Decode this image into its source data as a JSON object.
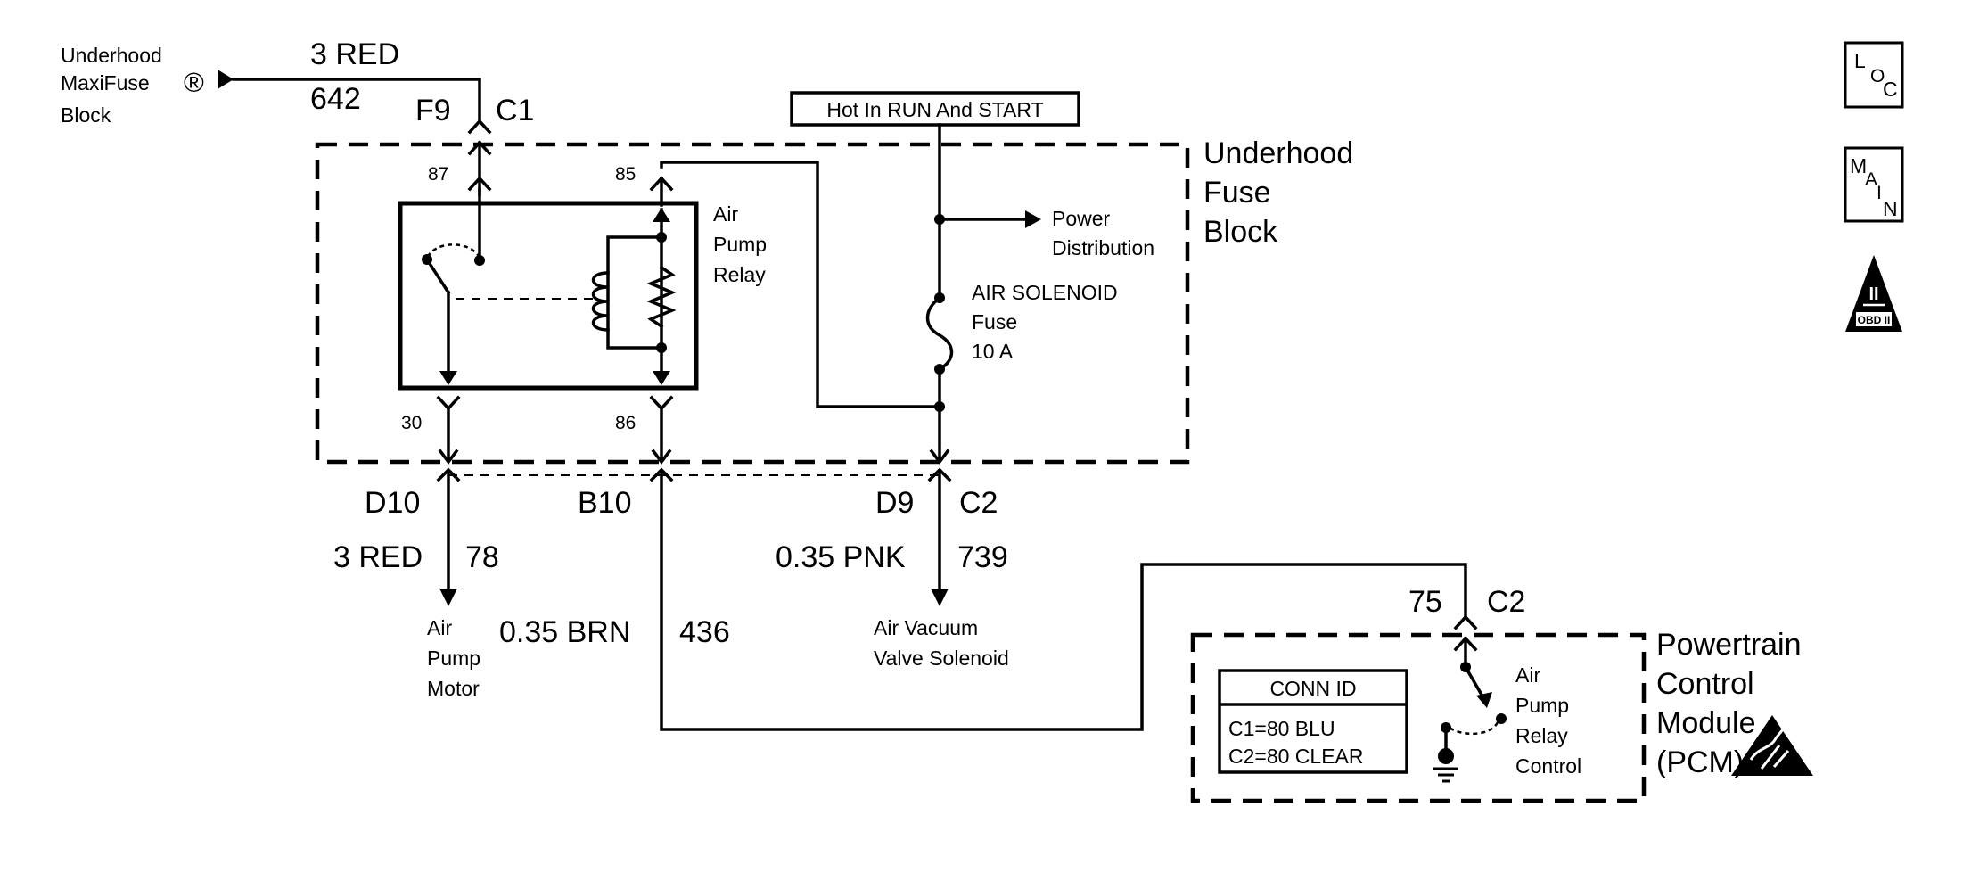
{
  "source": {
    "label_lines": [
      "Underhood",
      "MaxiFuse",
      "Block"
    ],
    "registered_mark": "®",
    "wire_size_color": "3 RED",
    "circuit": "642"
  },
  "fuse_block": {
    "title_lines": [
      "Underhood",
      "Fuse",
      "Block"
    ],
    "cavity_f9": "F9",
    "connector_c1": "C1",
    "hot_label": "Hot In RUN And START",
    "power_distribution_lines": [
      "Power",
      "Distribution"
    ],
    "fuse_lines": [
      "AIR SOLENOID",
      "Fuse",
      "10 A"
    ]
  },
  "relay": {
    "name_lines": [
      "Air",
      "Pump",
      "Relay"
    ],
    "terminals": {
      "t87": "87",
      "t85": "85",
      "t30": "30",
      "t86": "86"
    }
  },
  "connectors": {
    "d10": "D10",
    "b10": "B10",
    "d9": "D9",
    "c2_fuse_block": "C2",
    "pcm_pin": "75",
    "c2_pcm": "C2"
  },
  "wires": {
    "motor_size_color": "3 RED",
    "motor_circuit": "78",
    "control_size_color": "0.35 BRN",
    "control_circuit": "436",
    "solenoid_size_color": "0.35 PNK",
    "solenoid_circuit": "739"
  },
  "loads": {
    "motor_lines": [
      "Air",
      "Pump",
      "Motor"
    ],
    "solenoid_lines": [
      "Air Vacuum",
      "Valve Solenoid"
    ]
  },
  "pcm": {
    "title_lines": [
      "Powertrain",
      "Control",
      "Module",
      "(PCM)"
    ],
    "conn_id": {
      "header": "CONN ID",
      "rows": [
        "C1=80 BLU",
        "C2=80 CLEAR"
      ]
    },
    "control_lines": [
      "Air",
      "Pump",
      "Relay",
      "Control"
    ]
  },
  "legend": {
    "loc": {
      "big1": "L",
      "small1": "O",
      "big2": "C"
    },
    "main": {
      "big1": "M",
      "small1": "A",
      "small2": "I",
      "big2": "N"
    },
    "obd": {
      "symbol": "II",
      "label": "OBD II"
    }
  }
}
